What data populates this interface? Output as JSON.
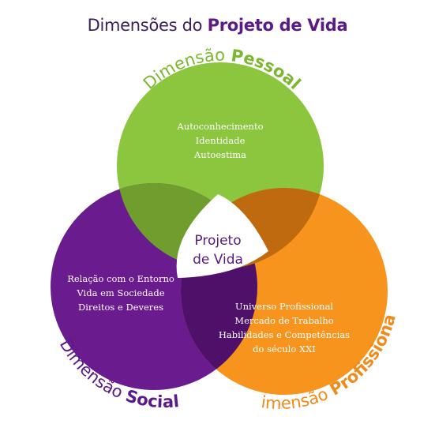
{
  "title": {
    "regular": "Dimensões do",
    "bold": "Projeto de Vida"
  },
  "center": {
    "line1": "Projeto",
    "line2": "de Vida"
  },
  "dimensions": {
    "pessoal": {
      "prefix": "Dimensão",
      "name": "Pessoal",
      "color": "#8cc63f",
      "items": [
        "Autoconhecimento",
        "Identidade",
        "Autoestima"
      ]
    },
    "social": {
      "prefix": "Dimensão",
      "name": "Social",
      "color": "#6a1b8e",
      "items": [
        "Relação com o Entorno",
        "Vida em Sociedade",
        "Direitos e Deveres"
      ]
    },
    "profissional": {
      "prefix": "Dimensão",
      "name": "Profissional",
      "color": "#f7941d",
      "items": [
        "Universo Profissional",
        "Mercado de Trabalho",
        "Habilidades e Competências",
        "do século XXI"
      ]
    }
  },
  "colors": {
    "pessoal": "#8cc63f",
    "pessoal_shade": "#6f9e2e",
    "social": "#6a1b8e",
    "social_shade": "#4e1069",
    "profissional": "#f7941d",
    "profissional_shade": "#bf6a0f",
    "label_pessoal": "#7cb82f",
    "label_social": "#5b1a8a",
    "label_profissional": "#f08a18",
    "title": "#3d1f5c"
  }
}
